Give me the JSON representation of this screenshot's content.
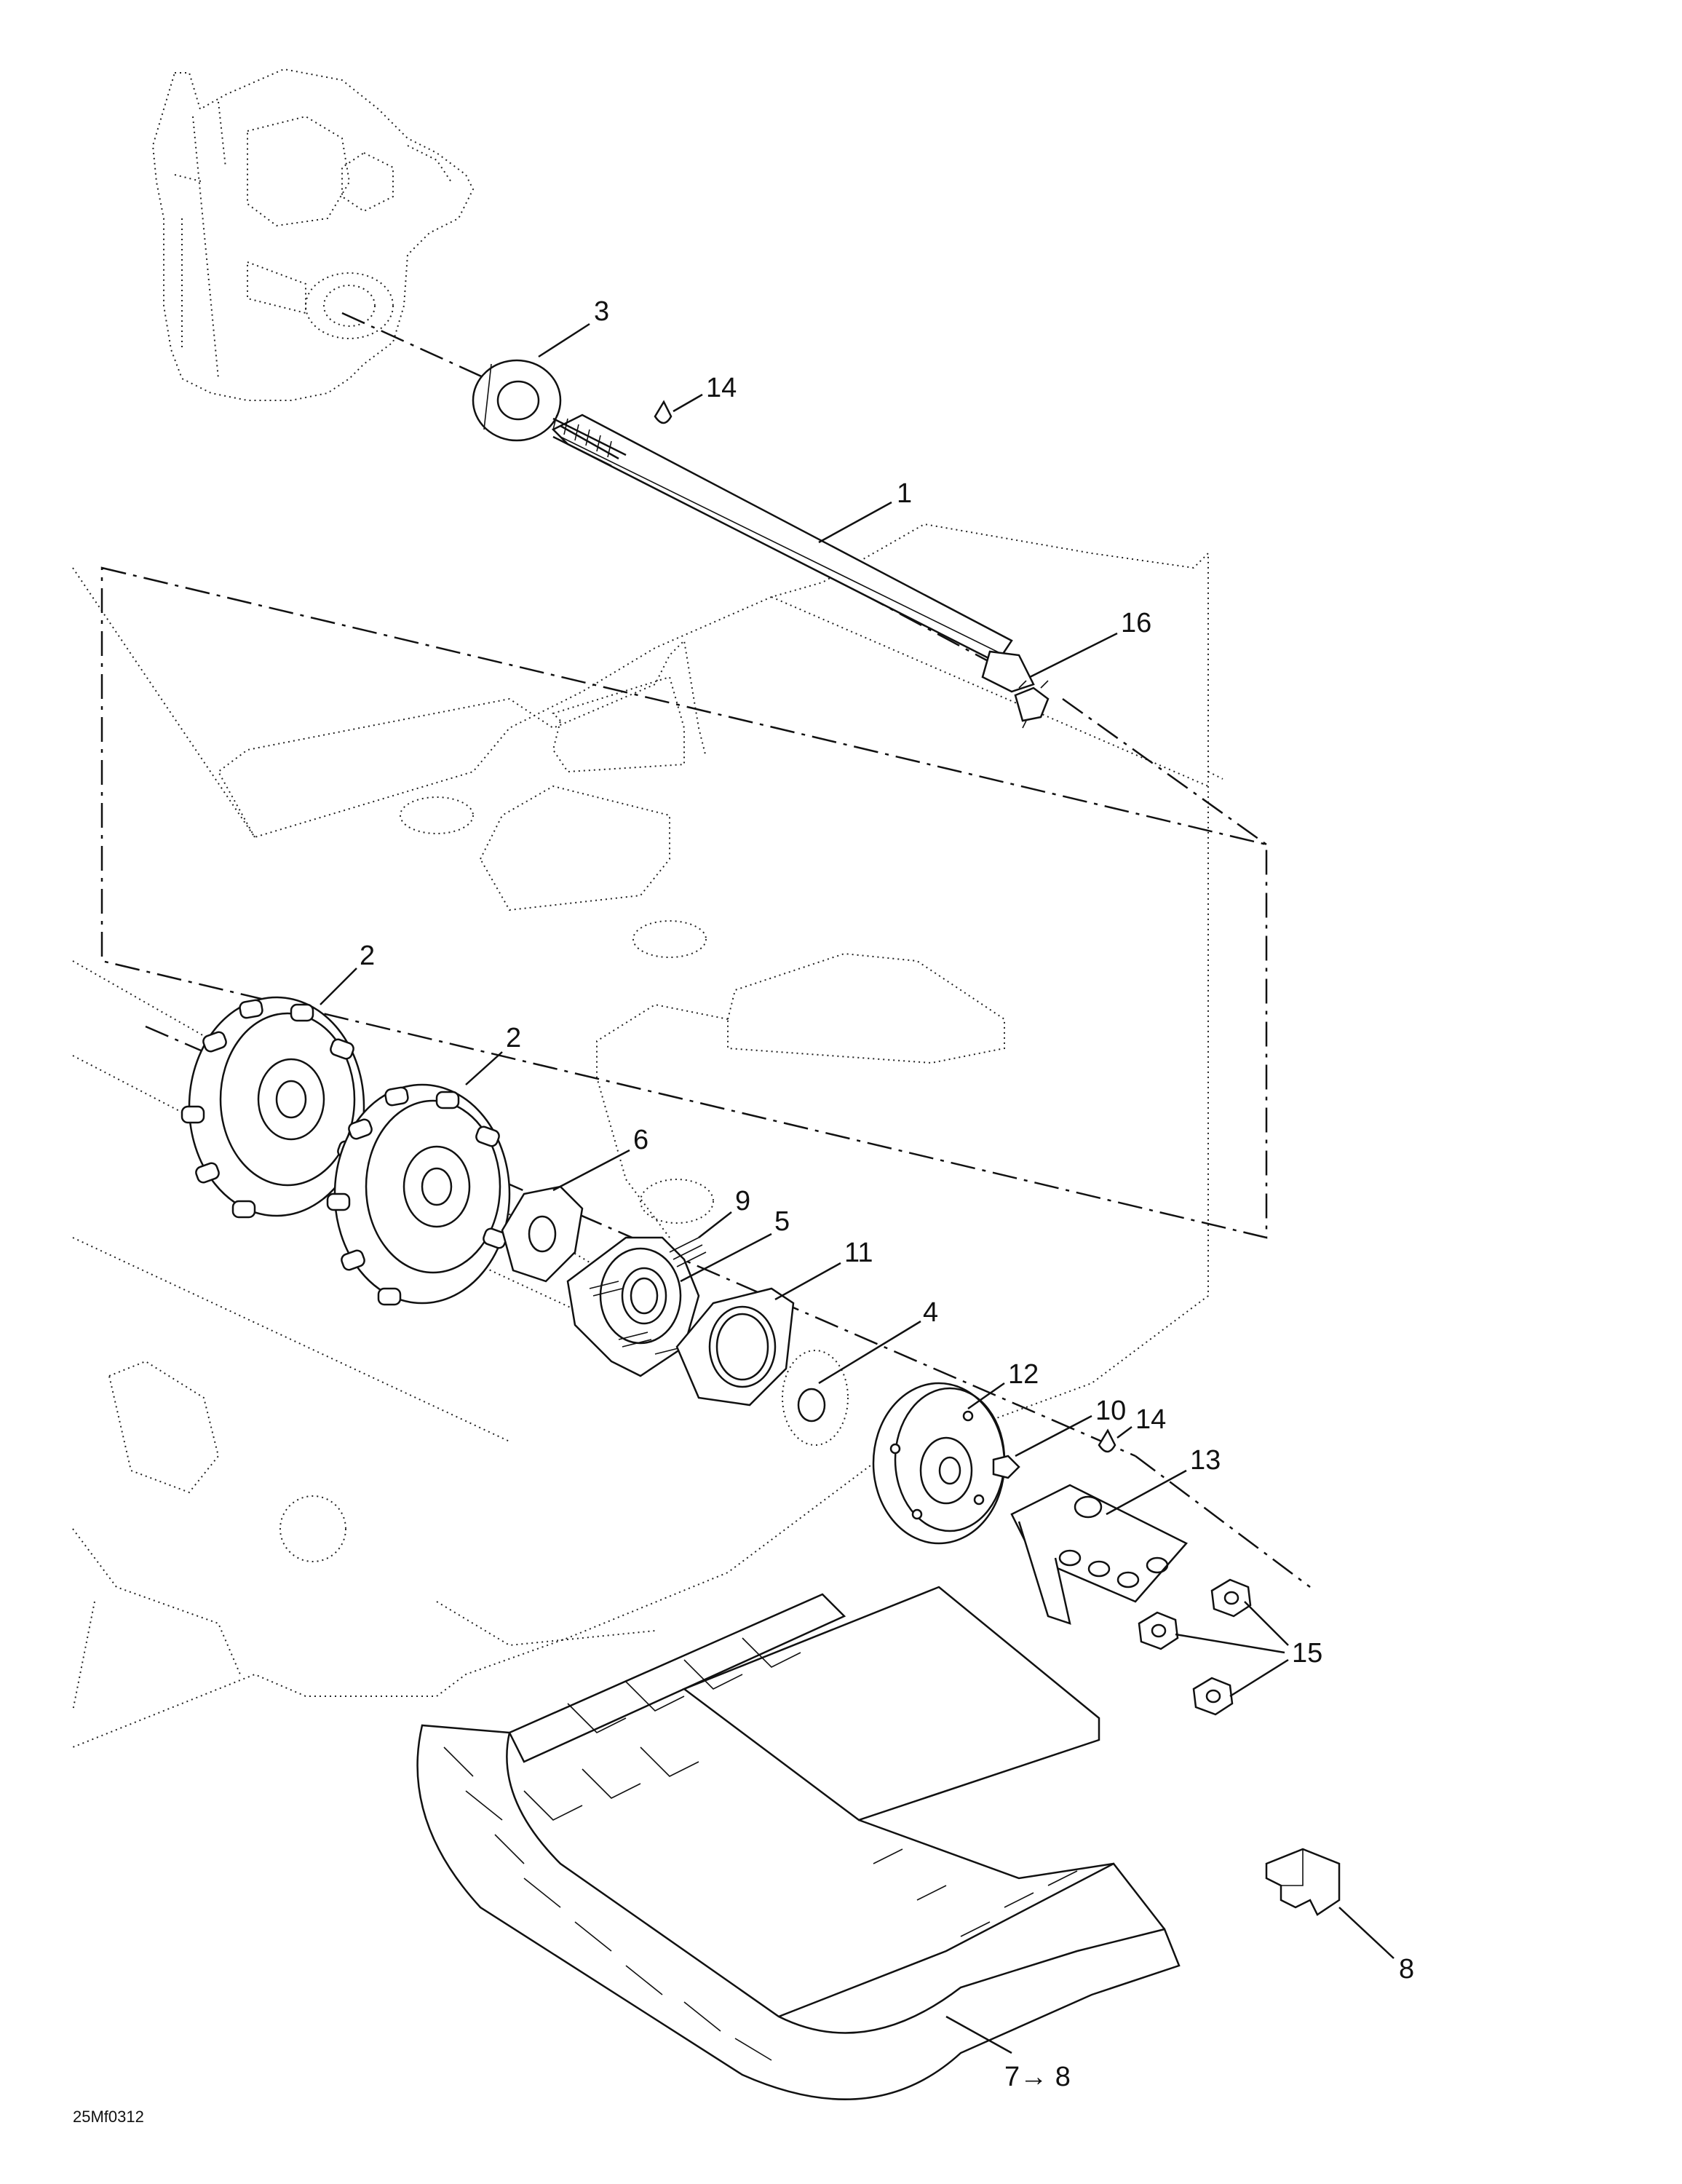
{
  "callouts": {
    "c1": "1",
    "c2a": "2",
    "c2b": "2",
    "c3": "3",
    "c4": "4",
    "c5": "5",
    "c6": "6",
    "c7": "7→ 8",
    "c8": "8",
    "c9": "9",
    "c10": "10",
    "c11": "11",
    "c12": "12",
    "c13": "13",
    "c14a": "14",
    "c14b": "14",
    "c15": "15",
    "c16": "16"
  },
  "figure_ref": "25Mf0312"
}
